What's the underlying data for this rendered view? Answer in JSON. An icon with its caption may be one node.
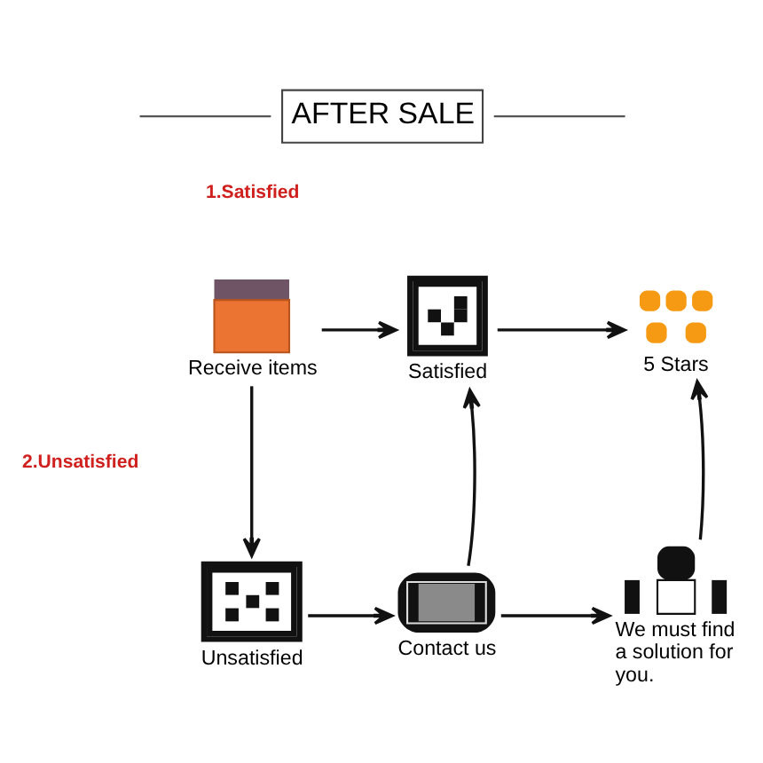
{
  "diagram": {
    "title": "AFTER SALE",
    "nodes": [
      {
        "text": [
          "Receive items"
        ]
      },
      {
        "text": [
          "Satisfied"
        ]
      },
      {
        "text": [
          "5 Stars"
        ]
      },
      {
        "text": [
          "Unsatisfied"
        ]
      },
      {
        "text": [
          "Contact us"
        ]
      },
      {
        "text": [
          "We must find a solution for you."
        ]
      }
    ],
    "edges": [
      {
        "from": 0,
        "to": 1,
        "arrow": "to"
      },
      {
        "from": 1,
        "to": 2,
        "arrow": "to"
      },
      {
        "from": 0,
        "to": 3,
        "arrow": "to"
      },
      {
        "from": 3,
        "to": 4,
        "arrow": "to"
      },
      {
        "from": 4,
        "to": 1,
        "arrow": "to"
      },
      {
        "from": 4,
        "to": 5,
        "arrow": "to"
      },
      {
        "from": 5,
        "to": 2,
        "arrow": "to"
      }
    ],
    "labels": [
      "1.Satisfied",
      "2.Unsatisfied"
    ]
  }
}
